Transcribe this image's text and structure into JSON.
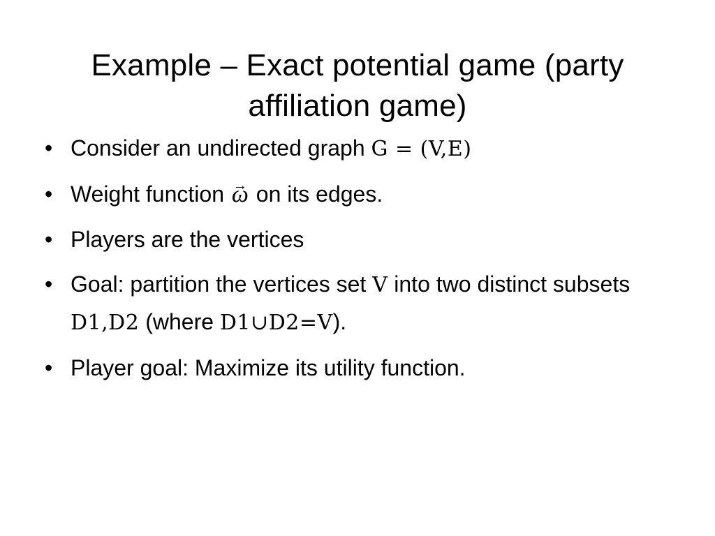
{
  "slide": {
    "title_line1": "Example – Exact potential game (party",
    "title_line2": "affiliation game)",
    "bullet_glyph": "•",
    "bullets": [
      {
        "text_a": "Consider an undirected graph ",
        "math_a": "G = (V,E)"
      },
      {
        "text_a": "Weight function ",
        "math_a": "ω",
        "arrow": "→",
        "text_b": " on its edges."
      },
      {
        "text_a": "Players are the vertices"
      },
      {
        "text_a": "Goal: partition the vertices set ",
        "math_a": "V",
        "text_b": " into two distinct subsets ",
        "math_b": "D1,D2",
        "text_c": " (where ",
        "math_c": "D1∪D2=V",
        "text_d": ")."
      },
      {
        "text_a": "Player goal: Maximize its utility function."
      }
    ]
  }
}
